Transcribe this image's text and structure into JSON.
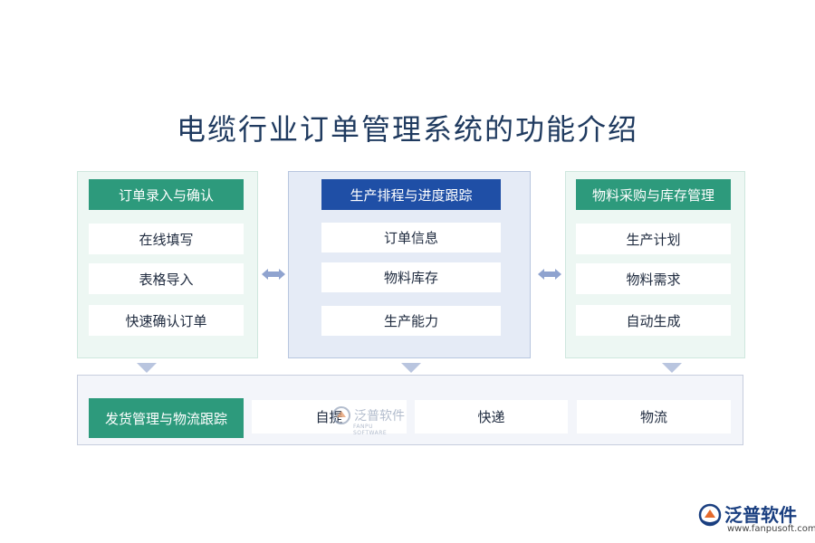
{
  "title": "电缆行业订单管理系统的功能介绍",
  "left": {
    "heading": "订单录入与确认",
    "items": [
      "在线填写",
      "表格导入",
      "快速确认订单"
    ]
  },
  "middle": {
    "heading": "生产排程与进度跟踪",
    "items": [
      "订单信息",
      "物料库存",
      "生产能力"
    ]
  },
  "right": {
    "heading": "物料采购与库存管理",
    "items": [
      "生产计划",
      "物料需求",
      "自动生成"
    ]
  },
  "bottom": {
    "heading": "发货管理与物流跟踪",
    "items": [
      "自提",
      "快递",
      "物流"
    ]
  },
  "watermark": {
    "text": "泛普软件",
    "sub": "FANPU SOFTWARE"
  },
  "logo": {
    "text": "泛普软件",
    "url": "www.fanpusoft.com"
  },
  "colors": {
    "green": "#2d9a7c",
    "blue": "#1f4fa6",
    "arrow": "#8fa3cf",
    "title": "#1f3a5f"
  }
}
